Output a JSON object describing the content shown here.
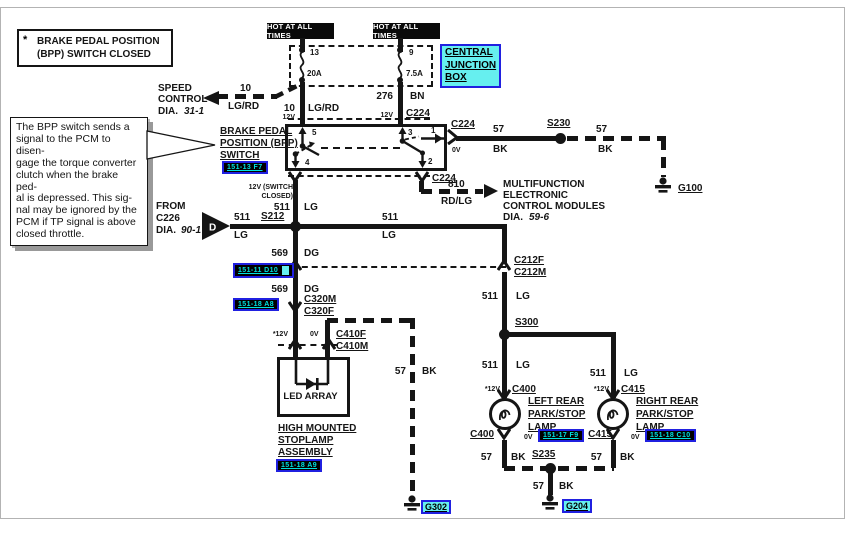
{
  "header": {
    "bullet": "*",
    "line1": "BRAKE PEDAL POSITION",
    "line2": "(BPP) SWITCH CLOSED"
  },
  "note": {
    "lines": [
      "The BPP switch sends a",
      "signal to the PCM to disen-",
      "gage the torque converter",
      "clutch when the brake ped-",
      "al is depressed.  This sig-",
      "nal may be ignored by the",
      "PCM if TP signal is above",
      "closed throttle."
    ]
  },
  "power": {
    "hot_left": "HOT AT ALL TIMES",
    "hot_right": "HOT AT ALL TIMES",
    "cjb1": "CENTRAL",
    "cjb2": "JUNCTION",
    "cjb3": "BOX",
    "fuse_left_pos": "13",
    "fuse_left_rating": "20A",
    "fuse_right_pos": "9",
    "fuse_right_rating": "7.5A"
  },
  "speed": {
    "l1": "SPEED",
    "l2": "CONTROL",
    "dia": "DIA.",
    "dia_num": "31-1",
    "circuit": "10",
    "color": "LG/RD"
  },
  "bpp": {
    "l1": "BRAKE PEDAL",
    "l2": "POSITION (BPP)",
    "l3": "SWITCH",
    "ref": "151-13 F7",
    "p1": "1",
    "p2": "2",
    "p3": "3",
    "p4": "4",
    "p5": "5",
    "left_circuit": "10",
    "left_volt": "12V",
    "left_color": "LG/RD",
    "right_circuit": "276",
    "right_volt": "12V",
    "right_color": "BN",
    "right_conn": "C224",
    "state1": "12V (SWITCH",
    "state2": "CLOSED)"
  },
  "gnd_branch": {
    "conn": "C224",
    "volt": "0V",
    "circuit_a": "57",
    "color_a": "BK",
    "splice": "S230",
    "circuit_b": "57",
    "color_b": "BK",
    "ground": "G100"
  },
  "mfm": {
    "conn": "C224",
    "circuit": "810",
    "color": "RD/LG",
    "l1": "MULTIFUNCTION",
    "l2": "ELECTRONIC",
    "l3": "CONTROL MODULES",
    "dia": "DIA.",
    "dia_num": "59-6"
  },
  "src": {
    "l1": "FROM",
    "l2": "C226",
    "dia": "DIA.",
    "dia_num": "90-1",
    "letter": "D",
    "circuit": "511",
    "color": "LG",
    "splice": "S212"
  },
  "stem511": {
    "circuit": "511",
    "color": "LG"
  },
  "run511": {
    "circuit": "511",
    "color": "LG"
  },
  "chmsl": {
    "w569a_circuit": "569",
    "w569a_color": "DG",
    "ref_c212": "151-11 D10",
    "w569b_circuit": "569",
    "w569b_color": "DG",
    "ref_c320": "151-18 A8",
    "c320m": "C320M",
    "c320f": "C320F",
    "volt12": "*12V",
    "volt0": "0V",
    "c410f": "C410F",
    "c410m": "C410M",
    "led_label": "LED ARRAY",
    "name1": "HIGH MOUNTED",
    "name2": "STOPLAMP",
    "name3": "ASSEMBLY",
    "ref": "151-18 A9",
    "w57_circuit": "57",
    "w57_color": "BK",
    "ground": "G302"
  },
  "trunk": {
    "c212f": "C212F",
    "c212m": "C212M",
    "w511a_circuit": "511",
    "w511a_color": "LG",
    "splice": "S300",
    "w511b_circuit": "511",
    "w511b_color": "LG",
    "w511c_circuit": "511",
    "w511c_color": "LG"
  },
  "left_lamp": {
    "volt12": "*12V",
    "conn_top": "C400",
    "name1": "LEFT REAR",
    "name2": "PARK/STOP",
    "name3": "LAMP",
    "conn_bot": "C400",
    "volt0": "0V",
    "ref": "151-17 F9",
    "w57_circuit": "57",
    "w57_color": "BK"
  },
  "right_lamp": {
    "volt12": "*12V",
    "conn_top": "C415",
    "name1": "RIGHT REAR",
    "name2": "PARK/STOP",
    "name3": "LAMP",
    "conn_bot": "C415",
    "volt0": "0V",
    "ref": "151-18 C10",
    "w57_circuit": "57",
    "w57_color": "BK"
  },
  "s235": {
    "splice": "S235",
    "w57_circuit": "57",
    "w57_color": "BK",
    "ground": "G204"
  },
  "colors": {
    "link_blue": "#2020e0",
    "link_teal": "#00e0e0",
    "highlight_cyan": "#66efef",
    "wire": "#151515"
  }
}
